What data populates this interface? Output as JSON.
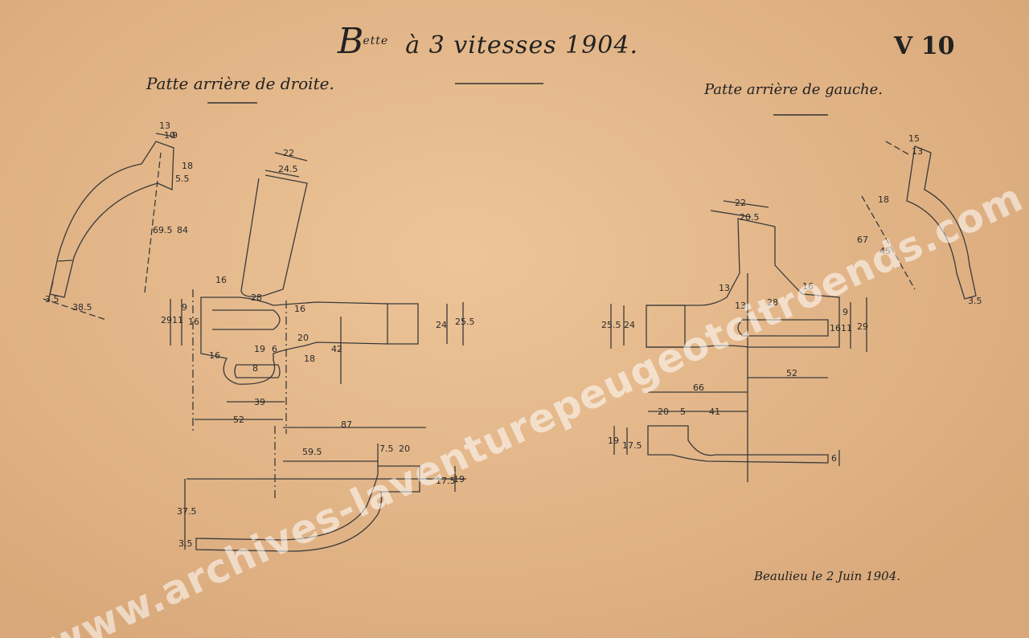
{
  "drawing": {
    "title_prefix": "B",
    "title_sup": "ette",
    "title_rest": "à 3 vitesses 1904.",
    "sheet_id": "V 10",
    "label_right_dropout": "Patte arrière de droite.",
    "label_left_dropout": "Patte arrière de gauche.",
    "place_date": "Beaulieu le 2 Juin 1904.",
    "watermark": "www.archives-laventurepeugeotcitroends.com"
  },
  "dimensions": {
    "right_top": [
      "13",
      "10",
      "9",
      "5.5",
      "18",
      "69.5",
      "84",
      "3.5",
      "38.5"
    ],
    "right_mid": [
      "22",
      "24.5",
      "16",
      "28",
      "16",
      "29",
      "11",
      "9",
      "16",
      "24",
      "25.5",
      "20",
      "42",
      "18",
      "16",
      "19",
      "6",
      "8",
      "39",
      "52"
    ],
    "right_bottom": [
      "87",
      "59.5",
      "7.5",
      "20",
      "17.5",
      "19",
      "37.5",
      "3.5"
    ],
    "left_top": [
      "15",
      "13",
      "18",
      "67",
      "45",
      "3.5"
    ],
    "left_mid": [
      "22",
      "20.5",
      "16",
      "13",
      "13",
      "28",
      "25.5",
      "24",
      "9",
      "16",
      "11",
      "29",
      "52"
    ],
    "left_bottom": [
      "66",
      "20",
      "5",
      "41",
      "19",
      "17.5",
      "6"
    ]
  }
}
